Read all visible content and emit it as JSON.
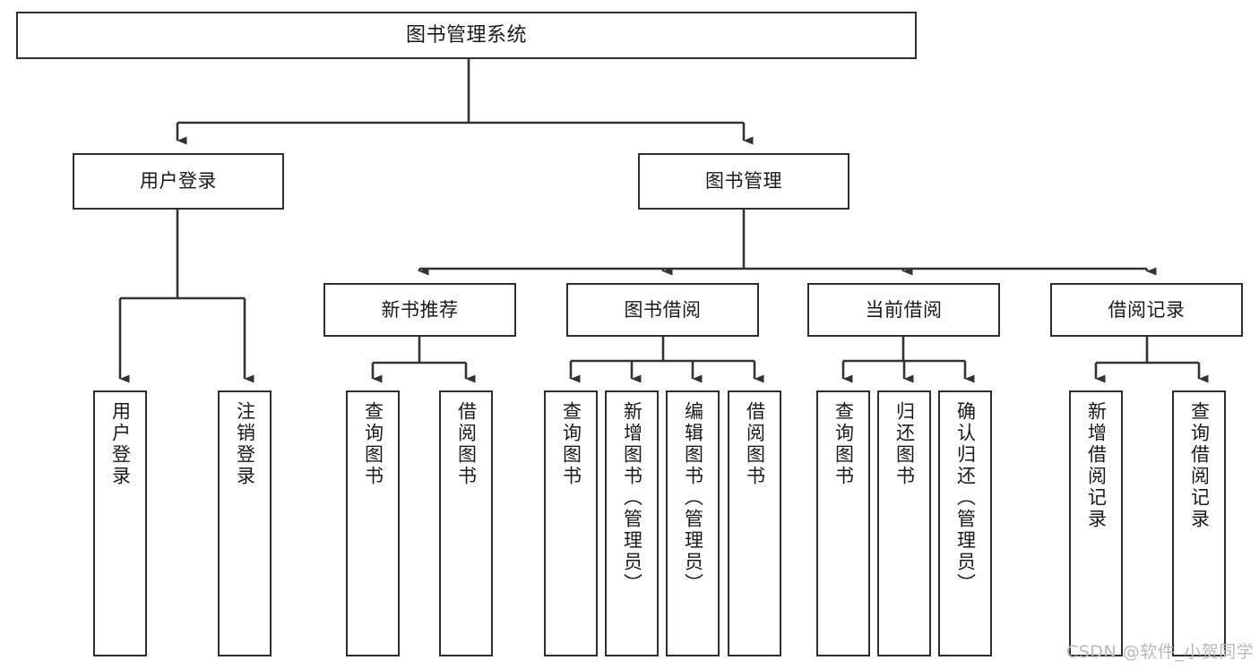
{
  "diagram": {
    "title": "图书管理系统",
    "type": "function-hierarchy-tree",
    "watermark": "CSDN @软件_小贺同学",
    "colors": {
      "box_border": "#2e2e2e",
      "box_fill": "#ffffff",
      "text": "#1a1a1a",
      "connector": "#333333",
      "watermark": "#b8b8b8"
    },
    "nodes": {
      "root": {
        "label": "图书管理系统"
      },
      "level2": [
        {
          "id": "user-login",
          "label": "用户登录"
        },
        {
          "id": "book-manage",
          "label": "图书管理"
        }
      ],
      "level3": [
        {
          "id": "new-book-recommend",
          "label": "新书推荐"
        },
        {
          "id": "book-borrow",
          "label": "图书借阅"
        },
        {
          "id": "current-borrow",
          "label": "当前借阅"
        },
        {
          "id": "borrow-record",
          "label": "借阅记录"
        }
      ],
      "leaves": {
        "user_login": [
          {
            "id": "leaf-user-login",
            "label": "用户登录"
          },
          {
            "id": "leaf-logout-login",
            "label": "注销登录"
          }
        ],
        "new_book_recommend": [
          {
            "id": "leaf-query-book-1",
            "label": "查询图书"
          },
          {
            "id": "leaf-borrow-book-1",
            "label": "借阅图书"
          }
        ],
        "book_borrow": [
          {
            "id": "leaf-query-book-2",
            "label": "查询图书"
          },
          {
            "id": "leaf-add-book",
            "label": "新增图书（管理员）"
          },
          {
            "id": "leaf-edit-book",
            "label": "编辑图书（管理员）"
          },
          {
            "id": "leaf-borrow-book-2",
            "label": "借阅图书"
          }
        ],
        "current_borrow": [
          {
            "id": "leaf-query-book-3",
            "label": "查询图书"
          },
          {
            "id": "leaf-return-book",
            "label": "归还图书"
          },
          {
            "id": "leaf-confirm-return",
            "label": "确认归还（管理员）"
          }
        ],
        "borrow_record": [
          {
            "id": "leaf-add-record",
            "label": "新增借阅记录"
          },
          {
            "id": "leaf-query-record",
            "label": "查询借阅记录"
          }
        ]
      }
    }
  }
}
